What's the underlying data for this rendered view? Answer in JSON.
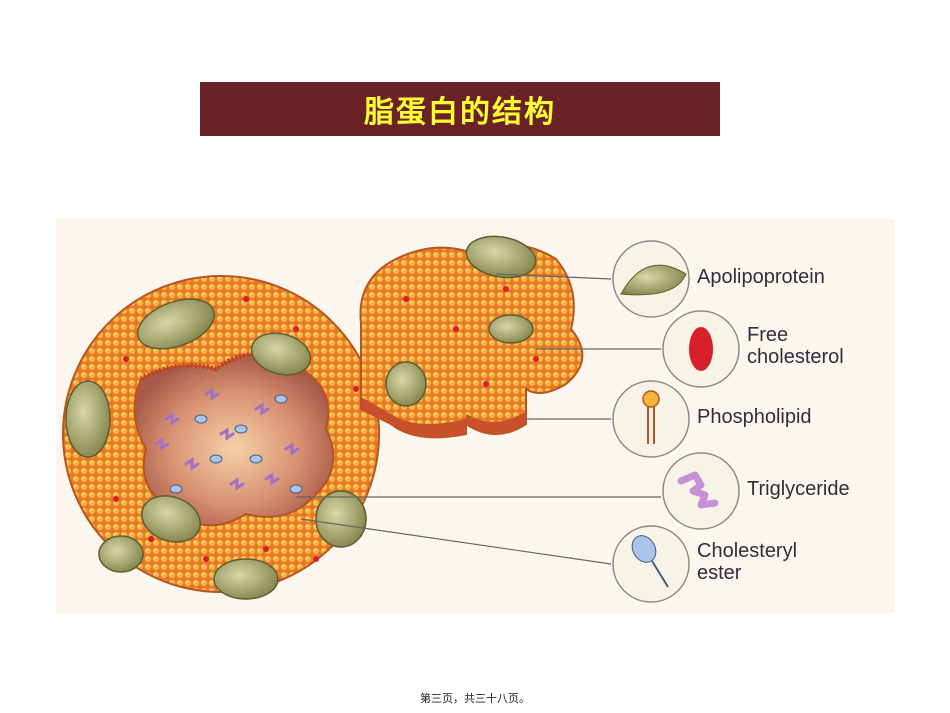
{
  "slide": {
    "title": "脂蛋白的结构",
    "footer": "第三页，共三十八页。"
  },
  "legend": {
    "items": [
      {
        "label": "Apolipoprotein",
        "icon": "apolipoprotein-icon"
      },
      {
        "label": "Free\ncholesterol",
        "icon": "free-cholesterol-icon"
      },
      {
        "label": "Phospholipid",
        "icon": "phospholipid-icon"
      },
      {
        "label": "Triglyceride",
        "icon": "triglyceride-icon"
      },
      {
        "label": "Cholesteryl\nester",
        "icon": "cholesteryl-ester-icon"
      }
    ]
  },
  "colors": {
    "title_bar": "#6b2226",
    "title_text": "#ffff33",
    "surface_orange": "#e8742a",
    "bead_yellow": "#f5b53a",
    "apoprotein_green": "#9a9a5a",
    "free_cholesterol_red": "#d8202a",
    "triglyceride_pink": "#c890d8",
    "ester_blue": "#a8c4e8"
  }
}
